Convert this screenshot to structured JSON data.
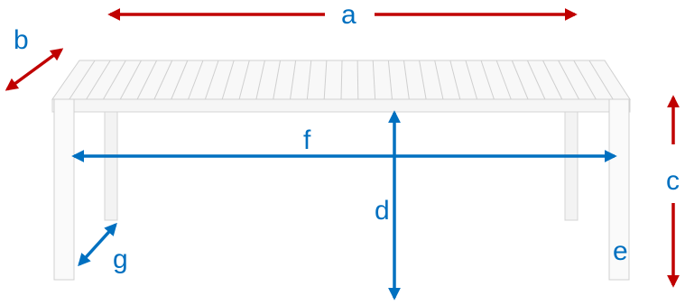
{
  "dimension_labels": {
    "a": "a",
    "b": "b",
    "c": "c",
    "d": "d",
    "e": "e",
    "f": "f",
    "g": "g"
  },
  "colors": {
    "red_arrow": "#c00000",
    "blue_arrow": "#0070c0",
    "table_fill": "#f8f8f8",
    "table_outline": "#d4d4d4",
    "slat_line": "#cfcfcf"
  }
}
